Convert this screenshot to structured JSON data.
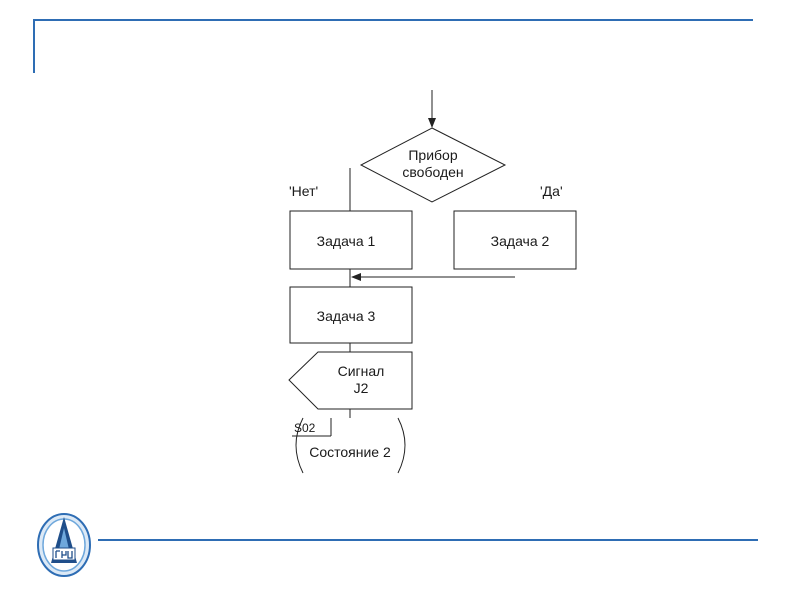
{
  "colors": {
    "accent": "#2e6db4",
    "logo_dark": "#1f4e8a",
    "logo_light": "#6fa8dc",
    "line": "#222222"
  },
  "icons": {
    "logo": "university-emblem-icon"
  },
  "flowchart": {
    "decision": {
      "line1": "Прибор",
      "line2": "свободен"
    },
    "branch_no": "'Нет'",
    "branch_yes": "'Да'",
    "task1": "Задача 1",
    "task2": "Задача 2",
    "task3": "Задача 3",
    "signal": {
      "line1": "Сигнал",
      "line2": "J2"
    },
    "state": {
      "code": "S02",
      "name": "Состояние 2"
    }
  }
}
